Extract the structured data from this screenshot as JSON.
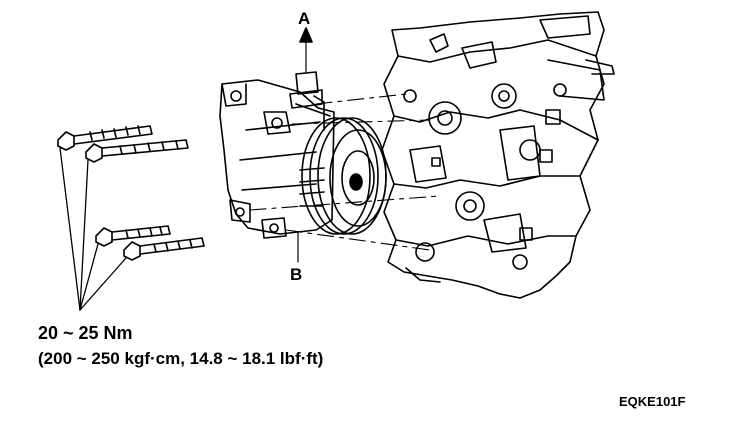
{
  "labels": {
    "a": "A",
    "b": "B"
  },
  "torque": {
    "main": "20 ~ 25 Nm",
    "sub": "(200 ~ 250 kgf·cm, 14.8 ~ 18.1 lbf·ft)"
  },
  "figure_code": "EQKE101F"
}
